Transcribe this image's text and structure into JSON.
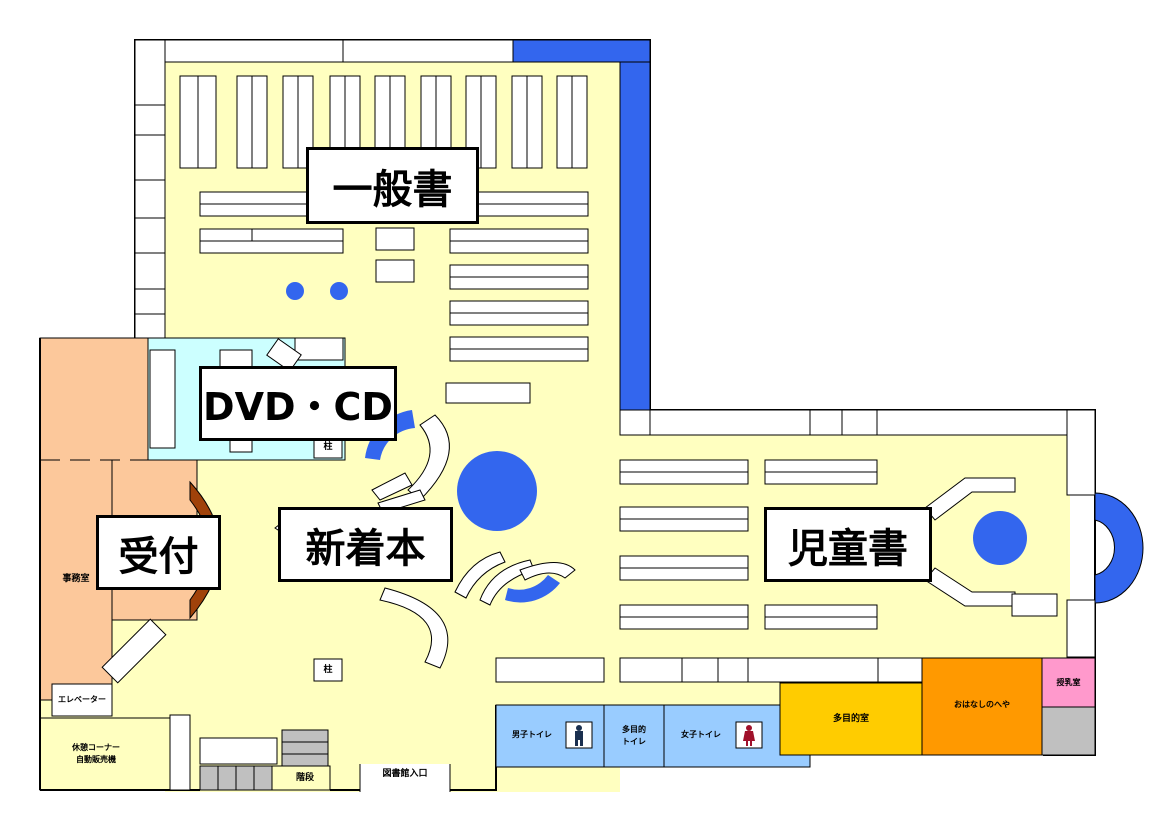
{
  "colors": {
    "floor": "#ffffc0",
    "dvd_area": "#ccffff",
    "office": "#fcc89b",
    "counter": "#a0420a",
    "accent_blue": "#3366ee",
    "toilet": "#99ccff",
    "multipurpose": "#ffcc00",
    "story_room": "#ff9900",
    "nursing": "#ff99cc",
    "storage": "#c0c0c0"
  },
  "zones": {
    "general_books": "一般書",
    "dvd_cd": "DVD・CD",
    "reception": "受付",
    "new_books": "新着本",
    "children_books": "児童書"
  },
  "rooms": {
    "office": "事務室",
    "elevator": "エレベーター",
    "rest_corner": "休憩コーナー\n自動販売機",
    "stairs": "階段",
    "entrance": "図書館入口",
    "mens_toilet": "男子トイレ",
    "multi_toilet": "多目的\nトイレ",
    "womens_toilet": "女子トイレ",
    "multipurpose_room": "多目的室",
    "story_room": "おはなしのへや",
    "nursing_room": "授乳室",
    "pillar_upper": "柱",
    "pillar_lower": "柱"
  }
}
